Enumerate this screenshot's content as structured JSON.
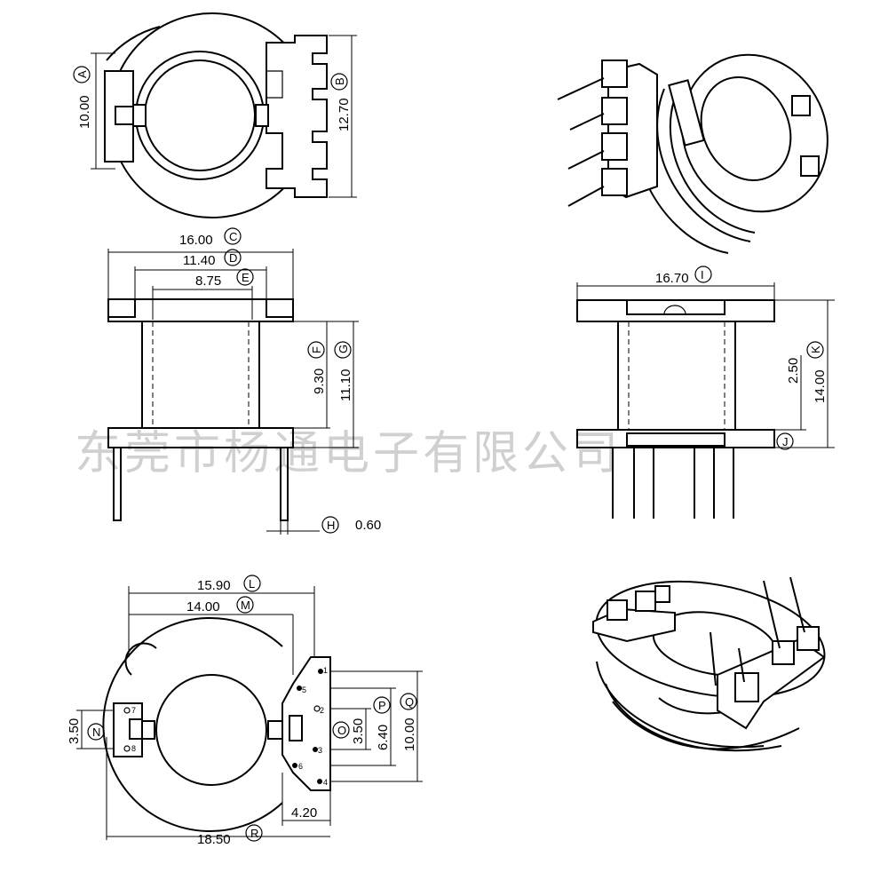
{
  "watermark": "东莞市杨通电子有限公司",
  "dimensions": {
    "A": {
      "letter": "A",
      "value": "10.00"
    },
    "B": {
      "letter": "B",
      "value": "12.70"
    },
    "C": {
      "letter": "C",
      "value": "16.00"
    },
    "D": {
      "letter": "D",
      "value": "11.40"
    },
    "E": {
      "letter": "E",
      "value": "8.75"
    },
    "F": {
      "letter": "F",
      "value": "9.30"
    },
    "G": {
      "letter": "G",
      "value": "11.10"
    },
    "H": {
      "letter": "H",
      "value": "0.60"
    },
    "I": {
      "letter": "I",
      "value": "16.70"
    },
    "J": {
      "letter": "J",
      "value": ""
    },
    "K": {
      "letter": "K",
      "value": "14.00"
    },
    "K2": {
      "value": "2.50"
    },
    "L": {
      "letter": "L",
      "value": "15.90"
    },
    "M": {
      "letter": "M",
      "value": "14.00"
    },
    "N": {
      "letter": "N",
      "value": "3.50"
    },
    "O": {
      "letter": "O",
      "value": "3.50"
    },
    "P": {
      "letter": "P",
      "value": "6.40"
    },
    "Q": {
      "letter": "Q",
      "value": "10.00"
    },
    "R": {
      "letter": "R",
      "value": "18.50"
    },
    "S": {
      "value": "4.20"
    }
  },
  "pins": [
    "1",
    "2",
    "3",
    "4",
    "5",
    "6",
    "7",
    "8"
  ]
}
